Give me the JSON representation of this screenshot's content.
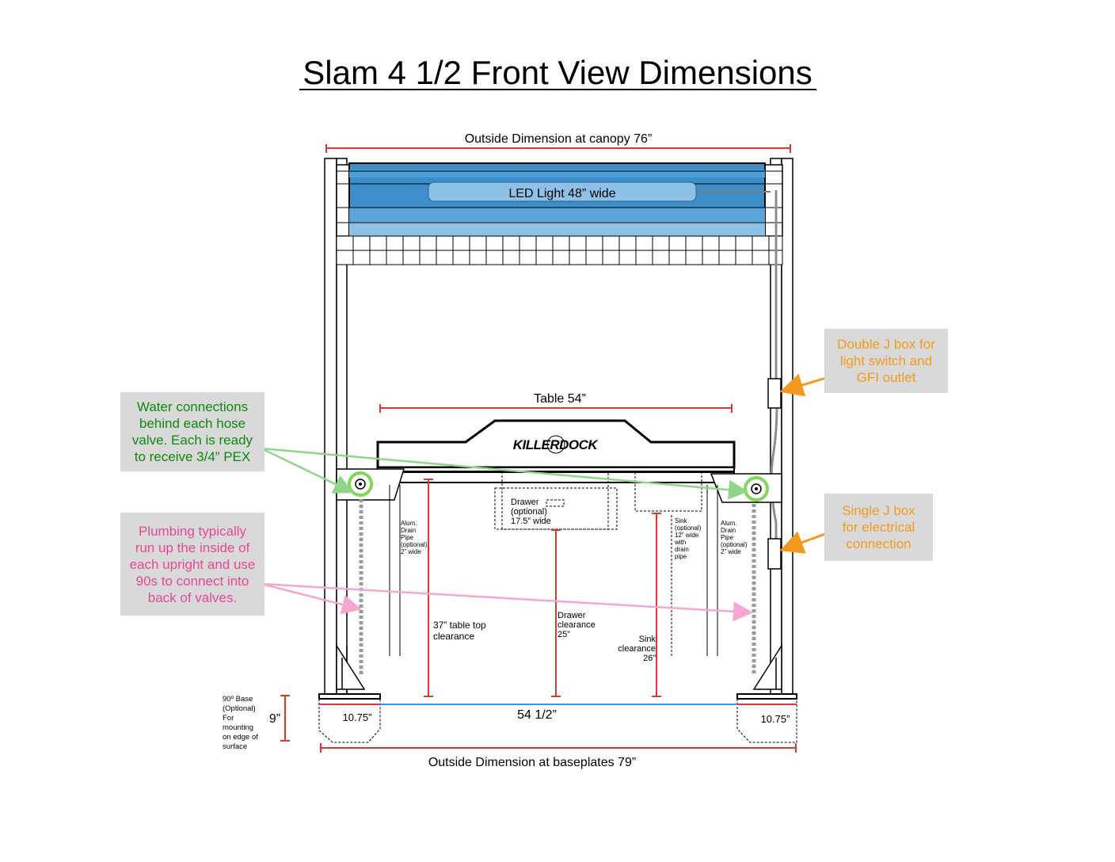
{
  "title": "Slam 4 1/2 Front View Dimensions",
  "dimensions": {
    "canopy": "Outside Dimension at canopy 76”",
    "led": "LED Light 48” wide",
    "table": "Table 54”",
    "baseplates": "Outside Dimension at baseplates 79”",
    "inner_span": "54 1/2”",
    "base_left": "10.75”",
    "base_right": "10.75”",
    "base_height": "9”"
  },
  "brand": "KILLERDOCK",
  "labels": {
    "base_note": [
      "90º Base",
      "(Optional)",
      "For",
      "mounting",
      "on edge of",
      "surface"
    ],
    "drain_left": [
      "Alum.",
      "Drain",
      "Pipe",
      "(optional)",
      "2” wide"
    ],
    "drain_right": [
      "Alum.",
      "Drain",
      "Pipe",
      "(optional)",
      "2” wide"
    ],
    "drawer": [
      "Drawer",
      "(optional)",
      "17.5” wide"
    ],
    "sink": [
      "Sink",
      "(optional)",
      "12” wide",
      "with",
      "drain",
      "pipe"
    ],
    "table_clearance": [
      "37” table top",
      "clearance"
    ],
    "drawer_clearance": [
      "Drawer",
      "clearance",
      "25”"
    ],
    "sink_clearance": [
      "Sink",
      "clearance",
      "26”"
    ]
  },
  "callouts": {
    "water": "Water connections\nbehind each hose\nvalve. Each is ready\nto receive 3/4” PEX",
    "plumbing": "Plumbing typically\nrun up the inside of\neach upright and use\n90s to connect into\nback of valves.",
    "double_jbox": "Double J box for\nlight switch and\nGFI outlet",
    "single_jbox": "Single J box\nfor electrical\nconnection"
  },
  "colors": {
    "water": "#0c8a0c",
    "plumbing": "#e8479b",
    "jbox": "#f39a1e",
    "dimension": "#d63b2f",
    "span": "#2f9be0",
    "led": "#3d8fcc"
  }
}
